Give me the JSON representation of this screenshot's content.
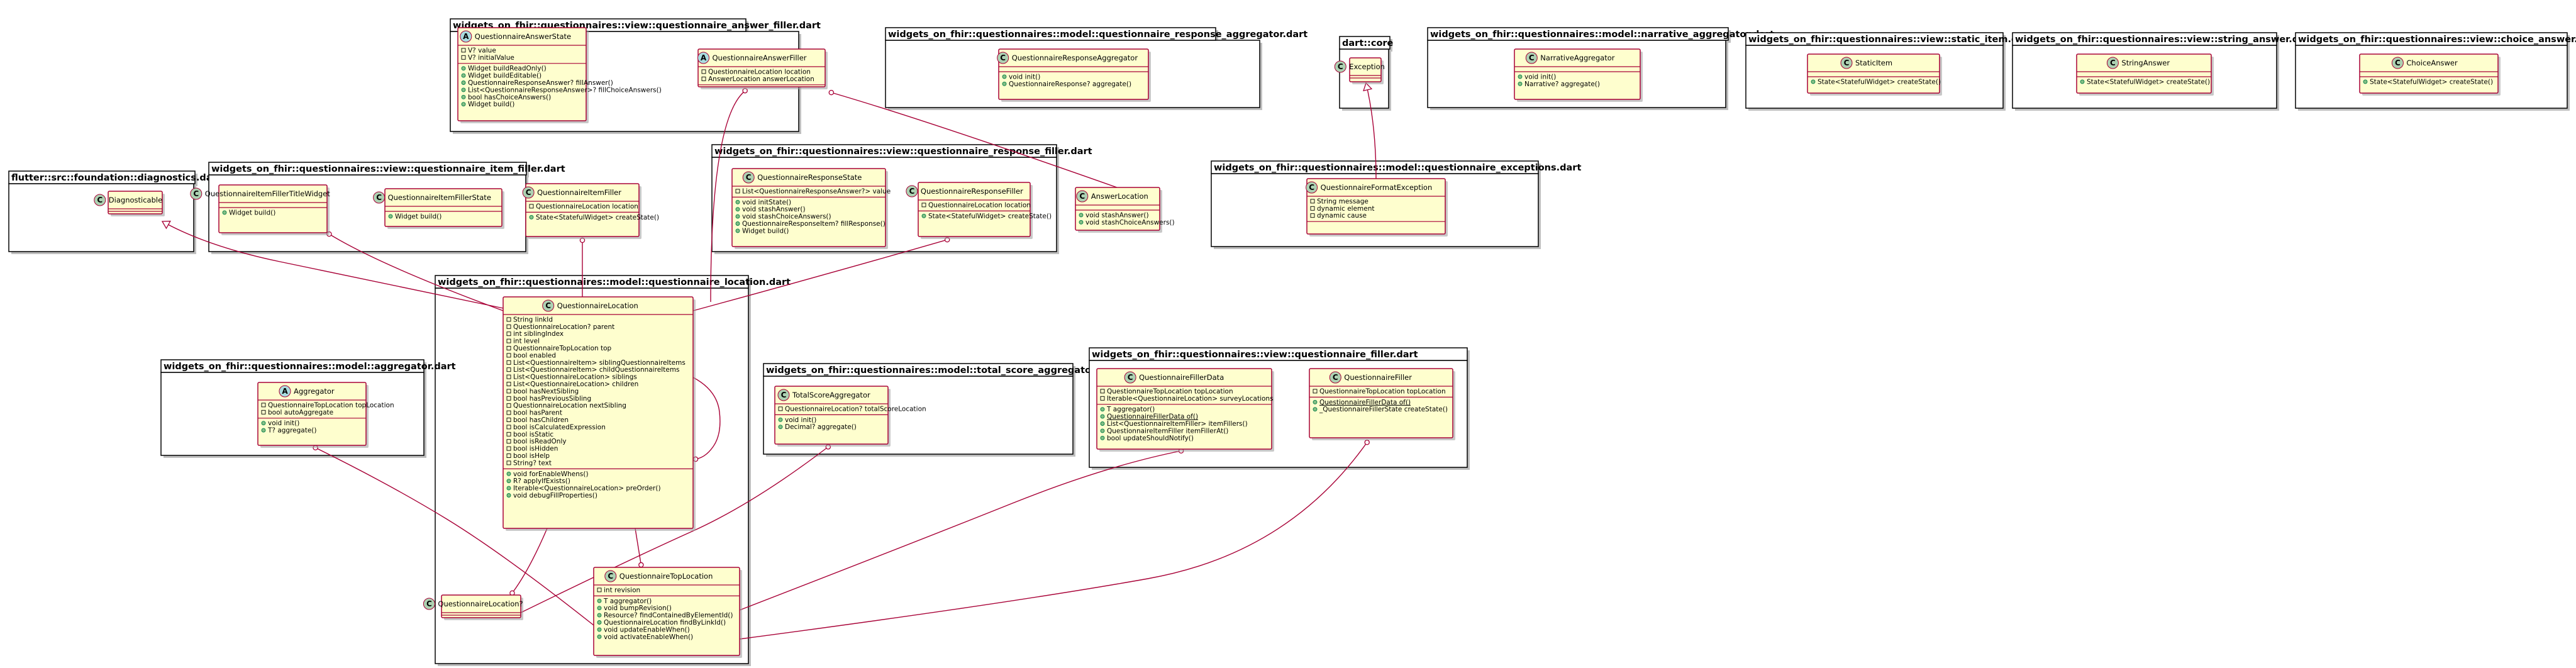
{
  "diagram": {
    "type": "uml-class-diagram",
    "colors": {
      "class_fill": "#fefece",
      "class_border": "#a80036",
      "stereotype_class": "#add1b2",
      "stereotype_abstract": "#a9dcdf",
      "link": "#a80036"
    },
    "packages": [
      {
        "id": "p_answer",
        "name": "widgets_on_fhir::questionnaires::view::questionnaire_answer_filler.dart"
      },
      {
        "id": "p_respagg",
        "name": "widgets_on_fhir::questionnaires::model::questionnaire_response_aggregator.dart"
      },
      {
        "id": "p_core",
        "name": "dart::core"
      },
      {
        "id": "p_narr",
        "name": "widgets_on_fhir::questionnaires::model::narrative_aggregator.dart"
      },
      {
        "id": "p_static",
        "name": "widgets_on_fhir::questionnaires::view::static_item.dart"
      },
      {
        "id": "p_string",
        "name": "widgets_on_fhir::questionnaires::view::string_answer.dart"
      },
      {
        "id": "p_choice",
        "name": "widgets_on_fhir::questionnaires::view::choice_answer.dart"
      },
      {
        "id": "p_diag",
        "name": "flutter::src::foundation::diagnostics.dart"
      },
      {
        "id": "p_item",
        "name": "widgets_on_fhir::questionnaires::view::questionnaire_item_filler.dart"
      },
      {
        "id": "p_respfill",
        "name": "widgets_on_fhir::questionnaires::view::questionnaire_response_filler.dart"
      },
      {
        "id": "p_exc",
        "name": "widgets_on_fhir::questionnaires::model::questionnaire_exceptions.dart"
      },
      {
        "id": "p_loc",
        "name": "widgets_on_fhir::questionnaires::model::questionnaire_location.dart"
      },
      {
        "id": "p_agg",
        "name": "widgets_on_fhir::questionnaires::model::aggregator.dart"
      },
      {
        "id": "p_total",
        "name": "widgets_on_fhir::questionnaires::model::total_score_aggregator.dart"
      },
      {
        "id": "p_filler",
        "name": "widgets_on_fhir::questionnaires::view::questionnaire_filler.dart"
      }
    ],
    "classes": [
      {
        "id": "c_qas",
        "name": "QuestionnaireAnswerState",
        "stereotype": "A",
        "fields": [
          "+ V? value",
          "+ V? initialValue"
        ],
        "methods": [
          "+ Widget buildReadOnly()",
          "+ Widget buildEditable()",
          "+ QuestionnaireResponseAnswer? fillAnswer()",
          "+ List<QuestionnaireResponseAnswer>? fillChoiceAnswers()",
          "+ bool hasChoiceAnswers()",
          "+ Widget build()"
        ]
      },
      {
        "id": "c_qaf",
        "name": "QuestionnaireAnswerFiller",
        "stereotype": "A",
        "fields": [
          "+ QuestionnaireLocation location",
          "+ AnswerLocation answerLocation"
        ],
        "methods": []
      },
      {
        "id": "c_qra",
        "name": "QuestionnaireResponseAggregator",
        "stereotype": "C",
        "fields": [],
        "methods": [
          "+ void init()",
          "+ QuestionnaireResponse? aggregate()"
        ]
      },
      {
        "id": "c_exc",
        "name": "Exception",
        "stereotype": "C",
        "fields": [],
        "methods": []
      },
      {
        "id": "c_narr",
        "name": "NarrativeAggregator",
        "stereotype": "C",
        "fields": [],
        "methods": [
          "+ void init()",
          "+ Narrative? aggregate()"
        ]
      },
      {
        "id": "c_static",
        "name": "StaticItem",
        "stereotype": "C",
        "fields": [],
        "methods": [
          "+ State<StatefulWidget> createState()"
        ]
      },
      {
        "id": "c_string",
        "name": "StringAnswer",
        "stereotype": "C",
        "fields": [],
        "methods": [
          "+ State<StatefulWidget> createState()"
        ]
      },
      {
        "id": "c_choice",
        "name": "ChoiceAnswer",
        "stereotype": "C",
        "fields": [],
        "methods": [
          "+ State<StatefulWidget> createState()"
        ]
      },
      {
        "id": "c_diag",
        "name": "Diagnosticable",
        "stereotype": "C",
        "fields": [],
        "methods": []
      },
      {
        "id": "c_qiftw",
        "name": "QuestionnaireItemFillerTitleWidget",
        "stereotype": "C",
        "fields": [],
        "methods": [
          "+ Widget build()"
        ]
      },
      {
        "id": "c_qifs",
        "name": "QuestionnaireItemFillerState",
        "stereotype": "C",
        "fields": [],
        "methods": [
          "+ Widget build()"
        ]
      },
      {
        "id": "c_qif",
        "name": "QuestionnaireItemFiller",
        "stereotype": "C",
        "fields": [
          "+ QuestionnaireLocation location"
        ],
        "methods": [
          "+ State<StatefulWidget> createState()"
        ]
      },
      {
        "id": "c_qrs",
        "name": "QuestionnaireResponseState",
        "stereotype": "C",
        "fields": [
          "+ List<QuestionnaireResponseAnswer?> value"
        ],
        "methods": [
          "+ void initState()",
          "+ void stashAnswer()",
          "+ void stashChoiceAnswers()",
          "+ QuestionnaireResponseItem? fillResponse()",
          "+ Widget build()"
        ]
      },
      {
        "id": "c_qrf",
        "name": "QuestionnaireResponseFiller",
        "stereotype": "C",
        "fields": [
          "+ QuestionnaireLocation location"
        ],
        "methods": [
          "+ State<StatefulWidget> createState()"
        ]
      },
      {
        "id": "c_al",
        "name": "AnswerLocation",
        "stereotype": "C",
        "fields": [],
        "methods": [
          "+ void stashAnswer()",
          "+ void stashChoiceAnswers()"
        ]
      },
      {
        "id": "c_qfe",
        "name": "QuestionnaireFormatException",
        "stereotype": "C",
        "fields": [
          "+ String message",
          "+ dynamic element",
          "+ dynamic cause"
        ],
        "methods": []
      },
      {
        "id": "c_ql",
        "name": "QuestionnaireLocation",
        "stereotype": "C",
        "fields": [
          "+ String linkId",
          "+ QuestionnaireLocation? parent",
          "+ int siblingIndex",
          "+ int level",
          "+ QuestionnaireTopLocation top",
          "+ bool enabled",
          "+ List<QuestionnaireItem> siblingQuestionnaireItems",
          "+ List<QuestionnaireItem> childQuestionnaireItems",
          "+ List<QuestionnaireLocation> siblings",
          "+ List<QuestionnaireLocation> children",
          "+ bool hasNextSibling",
          "+ bool hasPreviousSibling",
          "+ QuestionnaireLocation nextSibling",
          "+ bool hasParent",
          "+ bool hasChildren",
          "+ bool isCalculatedExpression",
          "+ bool isStatic",
          "+ bool isReadOnly",
          "+ bool isHidden",
          "+ bool isHelp",
          "+ String? text"
        ],
        "methods": [
          "+ void forEnableWhens()",
          "+ R? applyIfExists()",
          "+ Iterable<QuestionnaireLocation> preOrder()",
          "+ void debugFillProperties()"
        ]
      },
      {
        "id": "c_qlq",
        "name": "QuestionnaireLocation?",
        "stereotype": "C",
        "fields": [],
        "methods": []
      },
      {
        "id": "c_qtl",
        "name": "QuestionnaireTopLocation",
        "stereotype": "C",
        "fields": [
          "+ int revision"
        ],
        "methods": [
          "+ T aggregator()",
          "+ void bumpRevision()",
          "+ Resource? findContainedByElementId()",
          "+ QuestionnaireLocation findByLinkId()",
          "+ void updateEnableWhen()",
          "+ void activateEnableWhen()"
        ]
      },
      {
        "id": "c_agg",
        "name": "Aggregator",
        "stereotype": "A",
        "fields": [
          "+ QuestionnaireTopLocation topLocation",
          "+ bool autoAggregate"
        ],
        "methods": [
          "+ void init()",
          "+ T? aggregate()"
        ]
      },
      {
        "id": "c_tsa",
        "name": "TotalScoreAggregator",
        "stereotype": "C",
        "fields": [
          "+ QuestionnaireLocation? totalScoreLocation"
        ],
        "methods": [
          "+ void init()",
          "+ Decimal? aggregate()"
        ]
      },
      {
        "id": "c_qfd",
        "name": "QuestionnaireFillerData",
        "stereotype": "C",
        "fields": [
          "+ QuestionnaireTopLocation topLocation",
          "+ Iterable<QuestionnaireLocation> surveyLocations"
        ],
        "methods": [
          "+ T aggregator()",
          "+ QuestionnaireFillerData of()",
          "+ List<QuestionnaireItemFiller> itemFillers()",
          "+ QuestionnaireItemFiller itemFillerAt()",
          "+ bool updateShouldNotify()"
        ]
      },
      {
        "id": "c_qf",
        "name": "QuestionnaireFiller",
        "stereotype": "C",
        "fields": [
          "+ QuestionnaireTopLocation topLocation"
        ],
        "methods": [
          "+ QuestionnaireFillerData of()",
          "+ _QuestionnaireFillerState createState()"
        ]
      }
    ]
  }
}
